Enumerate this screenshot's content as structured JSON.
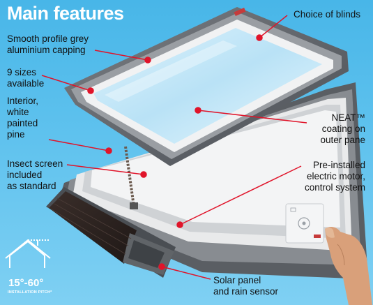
{
  "title": "Main features",
  "labels": {
    "choice_of_blinds": "Choice of blinds",
    "capping": "Smooth profile grey\naluminium capping",
    "sizes": "9 sizes\navailable",
    "interior": "Interior,\nwhite\npainted\npine",
    "neat": "NEAT™\ncoating on\nouter pane",
    "insect": "Insect screen\nincluded\nas standard",
    "motor": "Pre-installed\nelectric motor,\ncontrol system",
    "solar": "Solar panel\nand rain sensor"
  },
  "pitch": {
    "range": "15°-60°",
    "caption": "INSTALLATION PITCH*"
  },
  "colors": {
    "background": "#5fc2ee",
    "callout": "#e0142a",
    "title": "#ffffff"
  },
  "icons": [
    "house-pitch-icon",
    "control-panel-icon",
    "hand-icon"
  ]
}
